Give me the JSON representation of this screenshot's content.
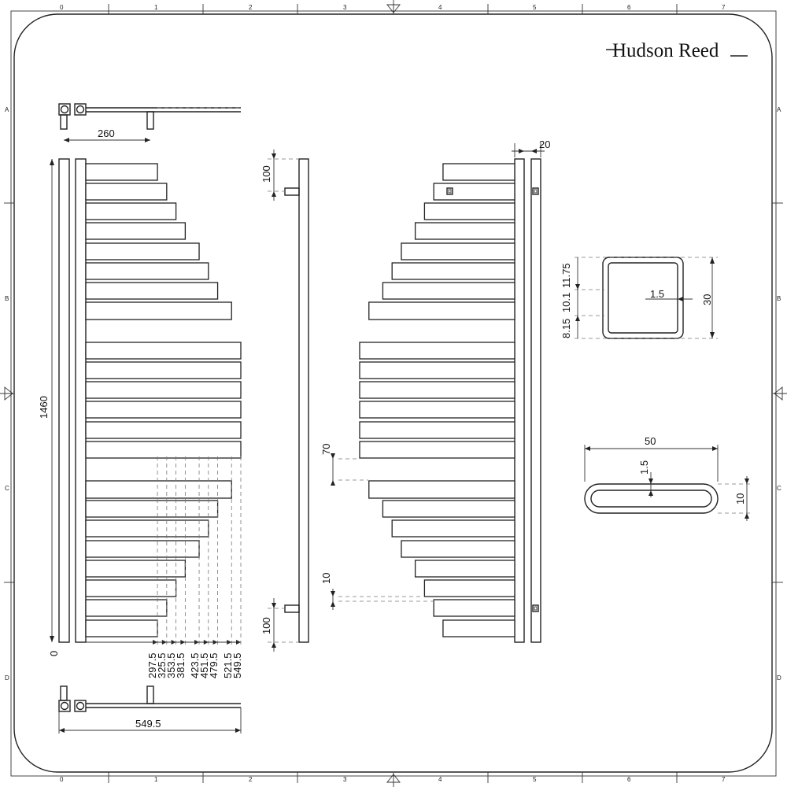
{
  "brand": {
    "name": "Hudson Reed"
  },
  "frame": {
    "columns": [
      "0",
      "1",
      "2",
      "3",
      "4",
      "5",
      "6",
      "7"
    ],
    "rows": [
      "A",
      "B",
      "C",
      "D"
    ]
  },
  "dimensions": {
    "top_bracket_spacing": "260",
    "overall_width": "549.5",
    "height": "1460",
    "origin": "0",
    "bar_lengths": [
      "297.5",
      "325.5",
      "353.5",
      "381.5",
      "423.5",
      "451.5",
      "479.5",
      "521.5",
      "549.5"
    ],
    "side_top_offset": "100",
    "side_bottom_offset": "100",
    "group_gap": "70",
    "bar_gap": "10",
    "rail_width": "20",
    "square_tube": {
      "wall": "1.5",
      "size": "30",
      "upper": "11.75",
      "middle": "10.1",
      "lower": "8.15"
    },
    "flat_tube": {
      "width": "50",
      "wall": "1.5",
      "height": "10"
    }
  }
}
